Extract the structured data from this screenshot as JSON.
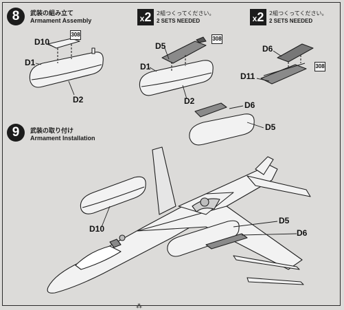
{
  "step8": {
    "number": "8",
    "title_jp": "武装の組み立て",
    "title_en": "Armament Assembly"
  },
  "step9": {
    "number": "9",
    "title_jp": "武装の取り付け",
    "title_en": "Armament Installation"
  },
  "sets": [
    {
      "badge_x": "x",
      "badge_n": "2",
      "note_jp": "2組つくってください。",
      "note_en": "2 SETS NEEDED"
    },
    {
      "badge_x": "x",
      "badge_n": "2",
      "note_jp": "2組つくってください。",
      "note_en": "2 SETS NEEDED"
    }
  ],
  "parts": {
    "d1": "D1",
    "d2": "D2",
    "d5": "D5",
    "d6": "D6",
    "d10": "D10",
    "d11": "D11"
  },
  "decal": "308",
  "footer": "⁂"
}
